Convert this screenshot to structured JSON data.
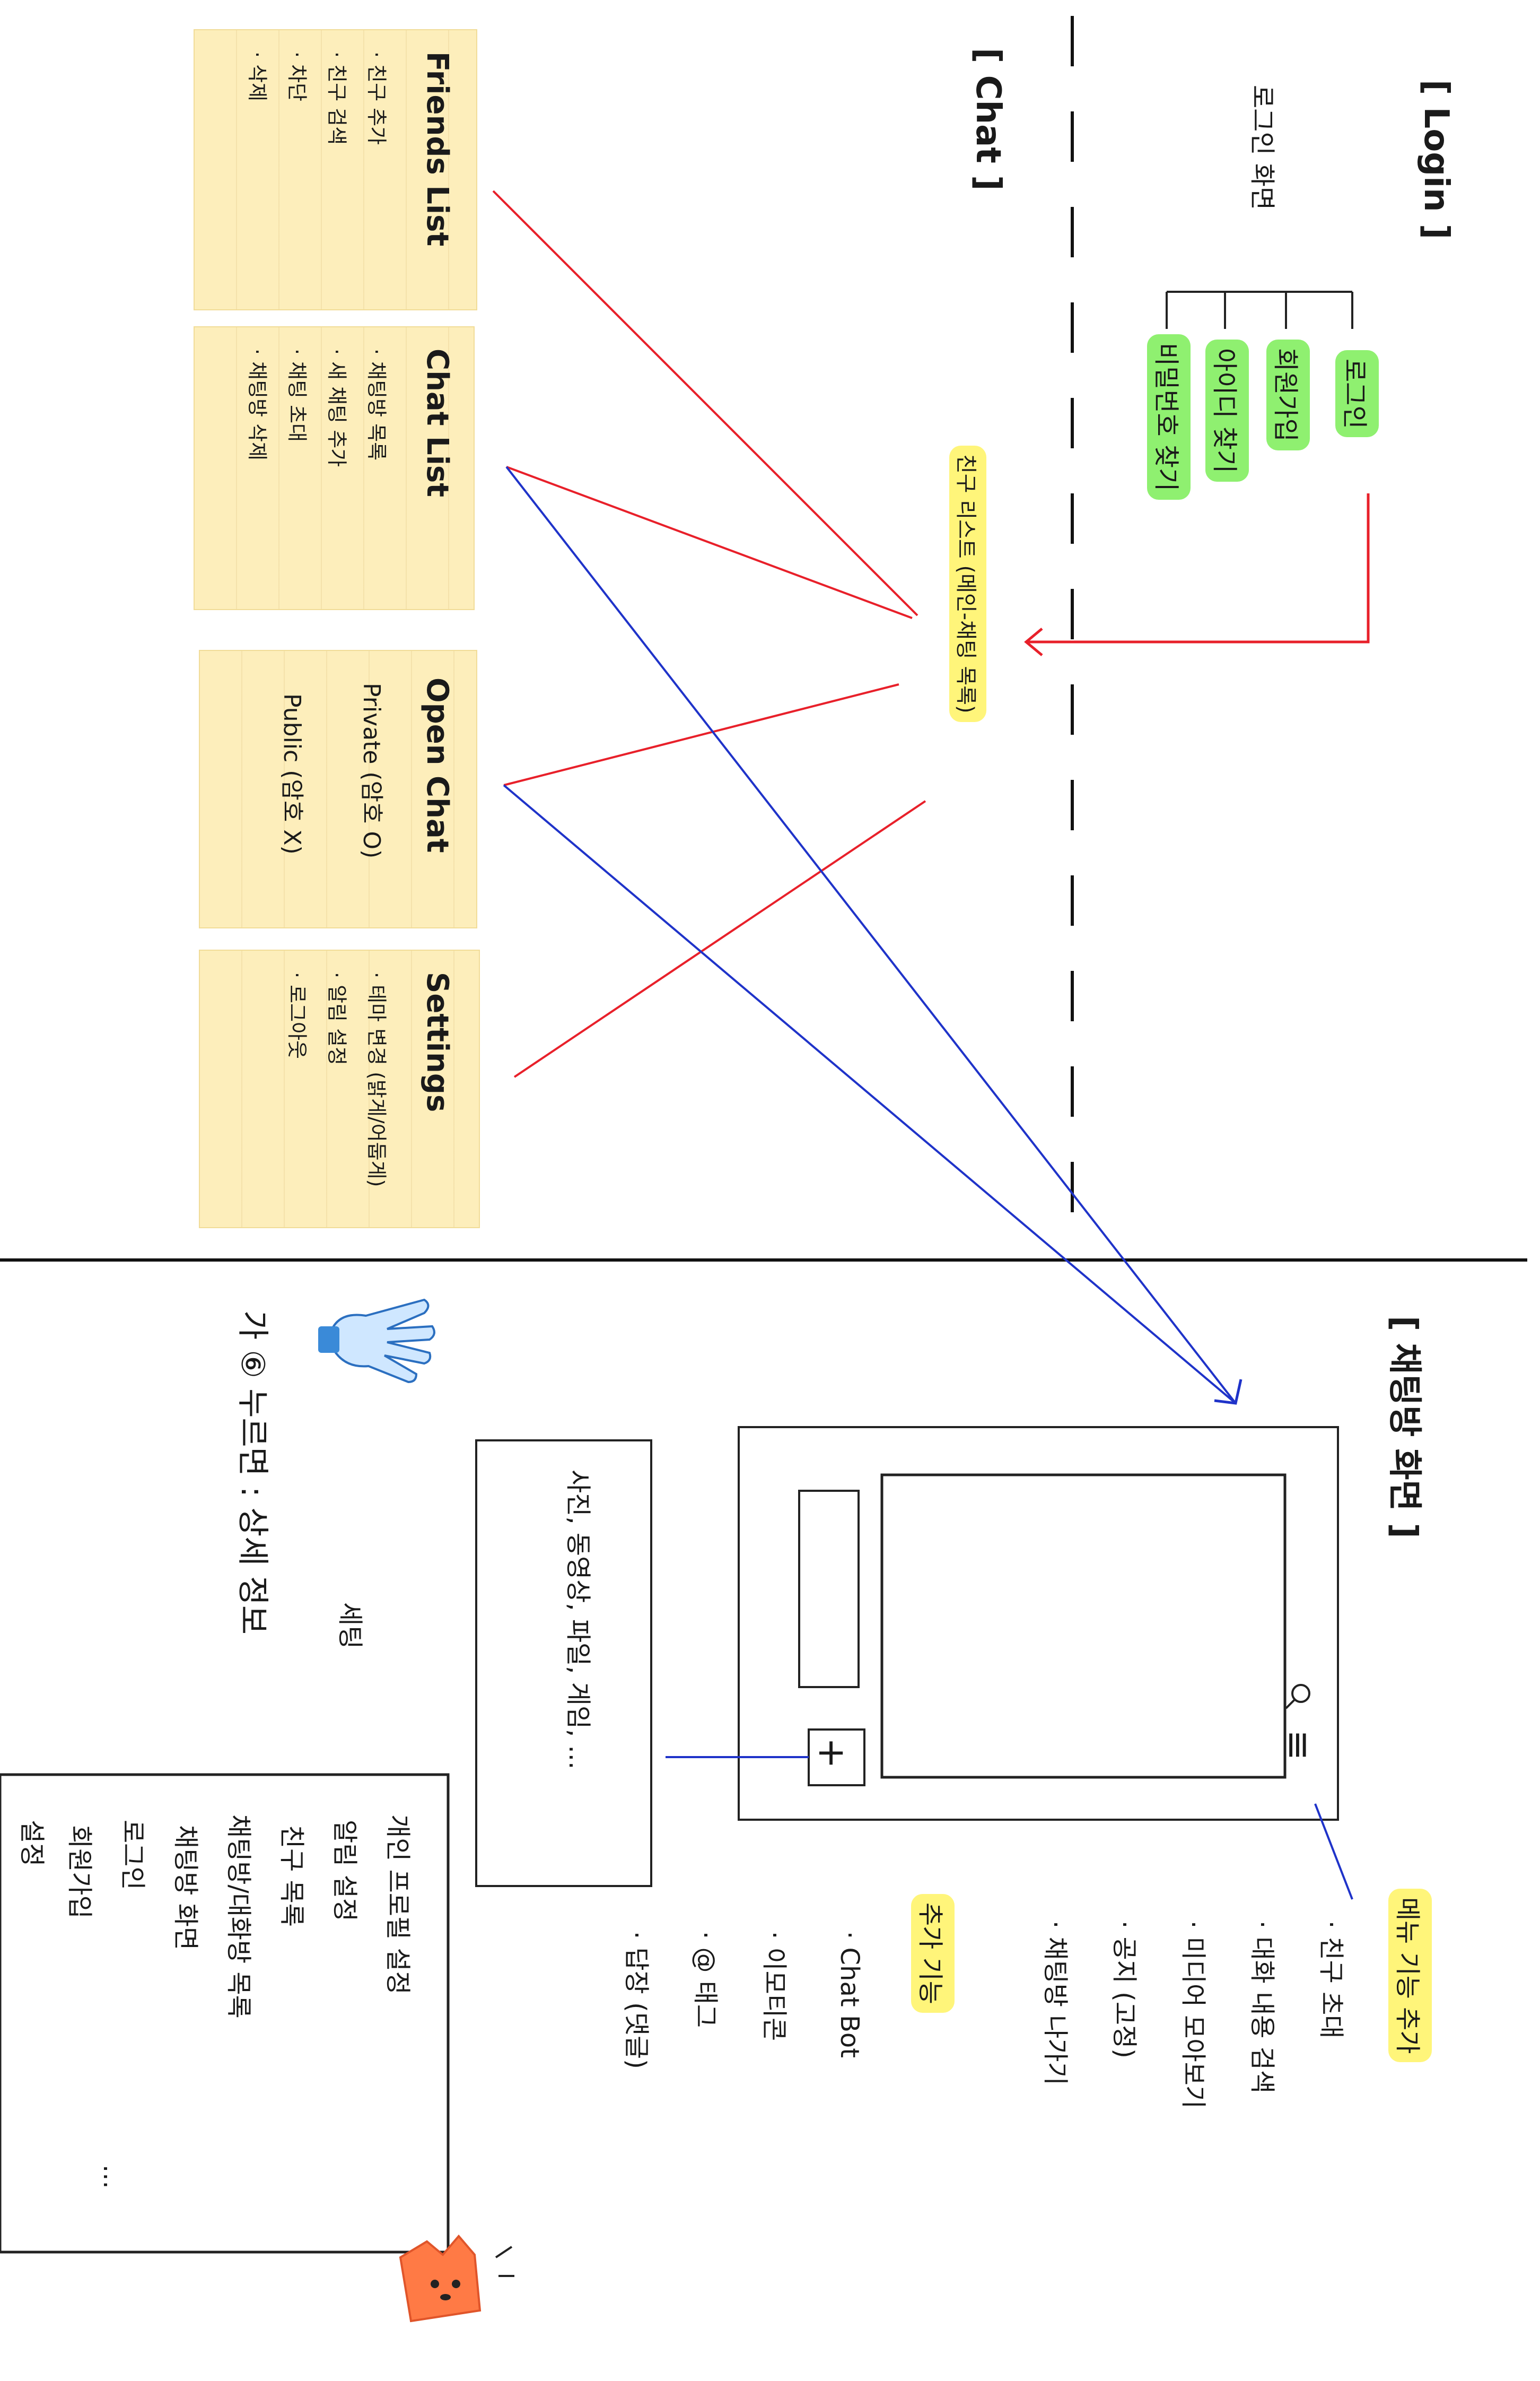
{
  "login": {
    "title": "[ Login ]",
    "branch_label": "로그인 화면",
    "options": [
      "로그인",
      "회원가입",
      "아이디 찾기",
      "비밀번호 찾기"
    ]
  },
  "chat": {
    "title": "[ Chat ]",
    "main_label": "친구 리스트 (메인-채팅 목록)"
  },
  "notes": {
    "friends": {
      "title": "Friends List",
      "items": [
        "· 친구 추가",
        "· 친구 검색",
        "· 차단",
        "· 삭제"
      ]
    },
    "chat_list": {
      "title": "Chat List",
      "items": [
        "· 채팅방 목록",
        "· 새 채팅 추가",
        "· 채팅 초대",
        "· 채팅방 삭제"
      ]
    },
    "open_chat": {
      "title": "Open Chat",
      "items": [
        "Private (암호 O)",
        "Public (암호 X)"
      ]
    },
    "settings": {
      "title": "Settings",
      "items": [
        "· 테마 변경 (밝게/어둡게)",
        "· 알림 설정",
        "· 로그아웃"
      ]
    }
  },
  "chatroom": {
    "title": "[ 채팅방 화면 ]",
    "menu_icon_label": "≡",
    "plus_label": "+",
    "attach_label": "사진, 동영상, 파일, 게임, ...",
    "menu_features_title": "메뉴 기능 추가",
    "menu_features": [
      "· 친구 초대",
      "· 대화 내용 검색",
      "· 미디어 모아보기",
      "· 공지 (고정)",
      "· 채팅방 나가기"
    ],
    "extra_title": "추가 기능",
    "extra_features": [
      "· Chat Bot",
      "· 이모티콘",
      "· @ 태그",
      "· 답장 (댓글)"
    ]
  },
  "reference": {
    "notes": [
      "개인 프로필 설정",
      "알림 설정",
      "친구 목록",
      "채팅방/대화방 목록",
      "채팅방 화면",
      "로그인",
      "회원가입",
      "설정"
    ],
    "ellipsis": "...",
    "hand_note": "가 ⑥ 누르면 : 상세 정보",
    "hand_sub": "세팅"
  },
  "colors": {
    "note_bg": "#fdeebb",
    "red_line": "#e8202a",
    "blue_line": "#1f33c9",
    "highlight_yellow": "#fff57a",
    "highlight_green": "#8ff070"
  }
}
